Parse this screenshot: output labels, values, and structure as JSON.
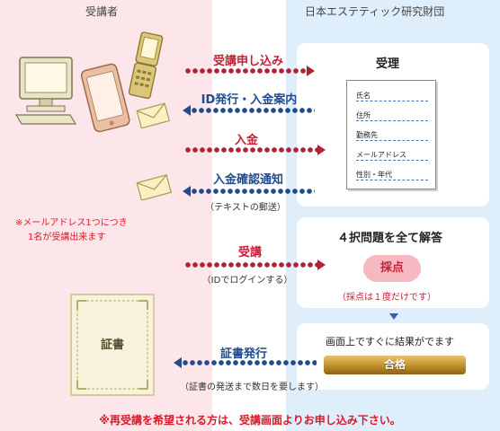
{
  "header": {
    "left": "受講者",
    "right": "日本エステティック研究財団"
  },
  "steps": {
    "apply": "受講申し込み",
    "id_issue": "ID発行・入金案内",
    "payment": "入金",
    "confirm": "入金確認通知",
    "confirm_sub": "（テキストの郵送）",
    "take": "受講",
    "take_sub": "（IDでログインする）",
    "cert": "証書発行",
    "cert_sub": "（証書の発送まで数日を要します）"
  },
  "reception": {
    "title": "受理",
    "fields": [
      "氏名",
      "住所",
      "勤務先",
      "メールアドレス",
      "性別・年代"
    ]
  },
  "exam": {
    "title": "４択問題を全て解答",
    "badge": "採点",
    "note": "（採点は１度だけです）"
  },
  "result": {
    "title": "画面上ですぐに結果がでます",
    "badge": "合格"
  },
  "certificate": {
    "label": "証書"
  },
  "notes": {
    "email_line1": "※メールアドレス1つにつき",
    "email_line2": "1名が受講出来ます",
    "bottom": "※再受講を希望される方は、受講画面よりお申し込み下さい。"
  }
}
